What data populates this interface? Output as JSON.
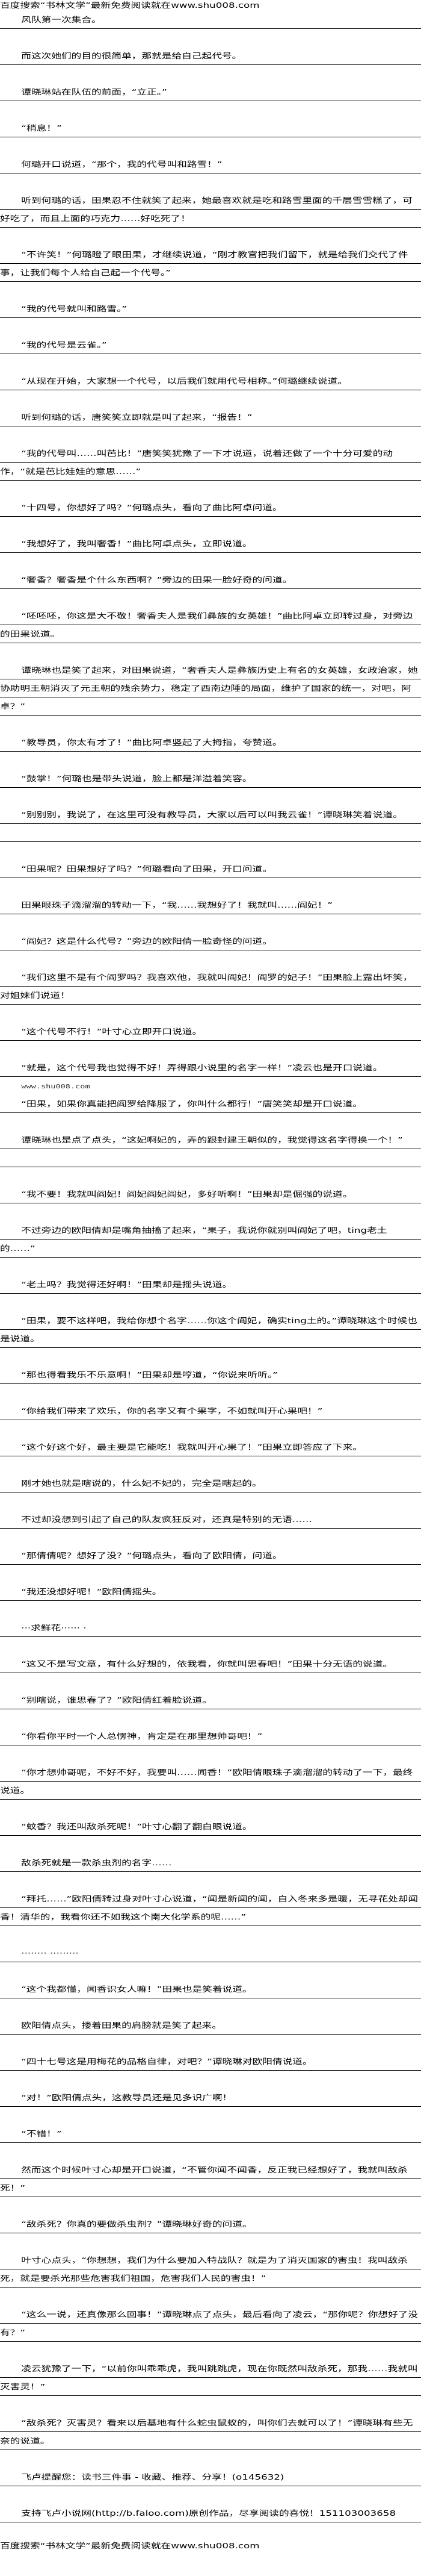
{
  "banner": "百度搜索“书林文学”最新免费阅读就在www.shu008.com",
  "paragraphs": [
    {
      "text": "风队第一次集合。"
    },
    {
      "text": "而这次她们的目的很简单，那就是给自己起代号。"
    },
    {
      "text": "谭晓琳站在队伍的前面，“立正。”"
    },
    {
      "text": "“稍息！”"
    },
    {
      "text": "何璐开口说道，“那个，我的代号叫和路雪！”"
    },
    {
      "text": "听到何璐的话，田果忍不住就笑了起来，她最喜欢就是吃和路雪里面的千层雪雪糕了，可好吃了，而且上面的巧克力……好吃死了！"
    },
    {
      "text": "“不许笑！”何璐瞪了眼田果，才继续说道，“刚才教官把我们留下，就是给我们交代了件事，让我们每个人给自己起一个代号。”"
    },
    {
      "text": "“我的代号就叫和路雪。”"
    },
    {
      "text": "“我的代号是云雀。”"
    },
    {
      "text": "“从现在开始，大家想一个代号，以后我们就用代号相称。”何璐继续说道。"
    },
    {
      "text": "听到何璐的话，唐笑笑立即就是叫了起来，“报告！”"
    },
    {
      "text": "“我的代号叫……叫芭比！”唐笑笑犹豫了一下才说道，说着还做了一个十分可爱的动作，“就是芭比娃娃的意思……”"
    },
    {
      "text": "“十四号，你想好了吗？”何璐点头，看向了曲比阿卓问道。"
    },
    {
      "text": "“我想好了，我叫奢香！”曲比阿卓点头，立即说道。"
    },
    {
      "text": "“奢香？奢香是个什么东西啊？”旁边的田果一脸好奇的问道。"
    },
    {
      "text": "“呸呸呸，你这是大不敬！奢香夫人是我们彝族的女英雄！”曲比阿卓立即转过身，对旁边的田果说道。"
    },
    {
      "text": "谭晓琳也是笑了起来，对田果说道，“奢香夫人是彝族历史上有名的女英雄，女政治家，她协助明王朝消灭了元王朝的残余势力，稳定了西南边陲的局面，维护了国家的统一，对吧，阿卓？”"
    },
    {
      "text": "“教导员，你太有才了！”曲比阿卓竖起了大拇指，夸赞道。"
    },
    {
      "text": "“鼓掌！”何璐也是带头说道，脸上都是洋溢着笑容。"
    },
    {
      "text": "“别别别，我说了，在这里可没有教导员，大家以后可以叫我云雀！”谭晓琳笑着说道。",
      "blank_after": true
    },
    {
      "text": "“田果呢？田果想好了吗？”何璐看向了田果，开口问道。"
    },
    {
      "text": "田果眼珠子滴溜溜的转动一下，“我……我想好了！我就叫……阎妃！”"
    },
    {
      "text": "“阎妃？这是什么代号？”旁边的欧阳倩一脸奇怪的问道。"
    },
    {
      "text": "“我们这里不是有个阎罗吗？我喜欢他，我就叫阎妃！阎罗的妃子！”田果脸上露出坏笑，对姐妹们说道！"
    },
    {
      "text": "“这个代号不行！”叶寸心立即开口说道。"
    },
    {
      "text": "“就是，这个代号我也觉得不好！弄得跟小说里的名字一样！”凌云也是开口说道。"
    },
    {
      "text": "www.shu008.com",
      "note": true
    },
    {
      "text": "“田果，如果你真能把阎罗给降服了，你叫什么都行！”唐笑笑却是开口说道。"
    },
    {
      "text": "谭晓琳也是点了点头，“这妃啊妃的，弄的跟封建王朝似的，我觉得这名字得换一个！”",
      "blank_after": true
    },
    {
      "text": "“我不要！我就叫阎妃！阎妃阎妃阎妃，多好听啊！”田果却是倔强的说道。"
    },
    {
      "text": "不过旁边的欧阳倩却是嘴角抽搐了起来，“果子，我说你就别叫阎妃了吧，ting老土的……”"
    },
    {
      "text": "“老土吗？我觉得还好啊！”田果却是摇头说道。"
    },
    {
      "text": "“田果，要不这样吧，我给你想个名字……你这个阎妃，确实ting土的。”谭晓琳这个时候也是说道。"
    },
    {
      "text": "“那也得看我乐不乐意啊！”田果却是哼道，“你说来听听。”"
    },
    {
      "text": "“你给我们带来了欢乐，你的名字又有个果字，不如就叫开心果吧！”"
    },
    {
      "text": "“这个好这个好，最主要是它能吃！我就叫开心果了！”田果立即答应了下来。"
    },
    {
      "text": "刚才她也就是瞎说的，什么妃不妃的，完全是瞎起的。"
    },
    {
      "text": "不过却没想到引起了自己的队友疯狂反对，还真是特别的无语……"
    },
    {
      "text": "“那倩倩呢？想好了没？”何璐点头，看向了欧阳倩，问道。"
    },
    {
      "text": "“我还没想好呢！”欧阳倩摇头。"
    },
    {
      "text": "···求鲜花······ ·"
    },
    {
      "text": "“这又不是写文章，有什么好想的，依我看，你就叫思春吧！”田果十分无语的说道。"
    },
    {
      "text": "“别瞎说，谁思春了？”欧阳倩红着脸说道。"
    },
    {
      "text": "“你看你平时一个人总愣神，肯定是在那里想帅哥吧！”"
    },
    {
      "text": "“你才想帅哥呢，不好不好，我要叫……闻香！”欧阳倩眼珠子滴溜溜的转动了一下，最终说道。"
    },
    {
      "text": "“蚊香？我还叫敌杀死呢！”叶寸心翻了翻白眼说道。"
    },
    {
      "text": "敌杀死就是一款杀虫剂的名字……"
    },
    {
      "text": "“拜托……”欧阳倩转过身对叶寸心说道，“闻是新闻的闻，自入冬来多是暖，无寻花处却闻香！清华的，我看你还不如我这个南大化学系的呢……”"
    },
    {
      "text": "········ ·········"
    },
    {
      "text": "“这个我都懂，闻香识女人嘛！”田果也是笑着说道。"
    },
    {
      "text": "欧阳倩点头，搂着田果的肩膀就是笑了起来。"
    },
    {
      "text": "“四十七号这是用梅花的品格自律，对吧？”谭晓琳对欧阳倩说道。"
    },
    {
      "text": "“对！”欧阳倩点头，这教导员还是见多识广啊！"
    },
    {
      "text": "“不错！”"
    },
    {
      "text": "然而这个时候叶寸心却是开口说道，“不管你闻不闻香，反正我已经想好了，我就叫敌杀死！”"
    },
    {
      "text": "“敌杀死？你真的要做杀虫剂？”谭晓琳好奇的问道。"
    },
    {
      "text": "叶寸心点头，“你想想，我们为什么要加入特战队？就是为了消灭国家的害虫！我叫敌杀死，就是要杀光那些危害我们祖国，危害我们人民的害虫！”"
    },
    {
      "text": "“这么一说，还真像那么回事！”谭晓琳点了点头，最后看向了凌云，“那你呢？你想好了没有？”"
    },
    {
      "text": "凌云犹豫了一下，“以前你叫乖乖虎，我叫跳跳虎，现在你既然叫敌杀死，那我……我就叫灭害灵！”"
    },
    {
      "text": "“敌杀死？灭害灵？看来以后基地有什么蛇虫鼠蚁的，叫你们去就可以了！”谭晓琳有些无奈的说道。"
    },
    {
      "text": "飞卢提醒您：读书三件事 - 收藏、推荐、分享！(o145632)"
    },
    {
      "text": "支持飞卢小说网(http://b.faloo.com)原创作品，尽享阅读的喜悦！151103003658"
    }
  ]
}
